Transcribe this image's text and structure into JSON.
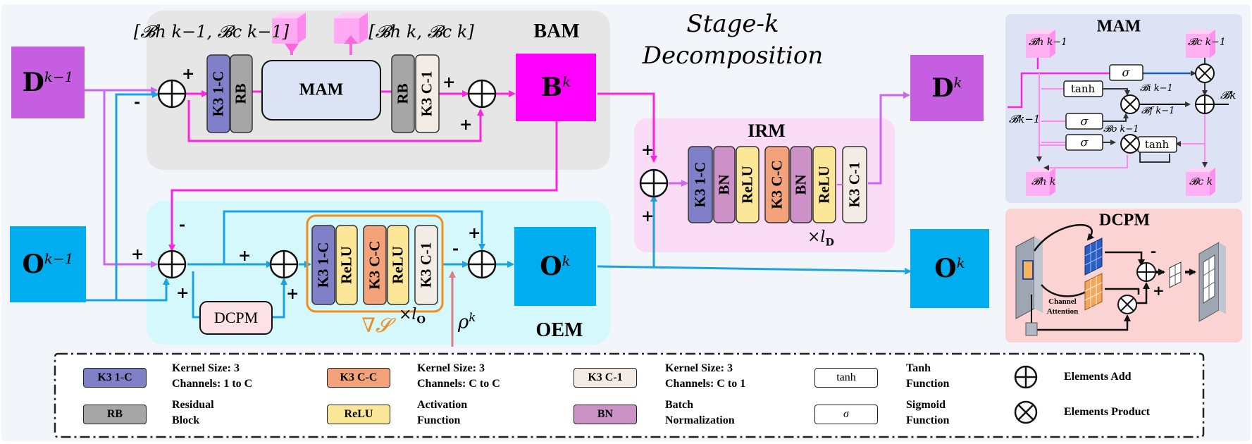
{
  "stage_title_line1": "Stage-k",
  "stage_title_line2": "Decomposition",
  "modules": {
    "bam": "BAM",
    "oem": "OEM",
    "irm": "IRM",
    "mam_block": "MAM",
    "mam_panel": "MAM",
    "dcpm_panel": "DCPM",
    "dcpm_block": "DCPM"
  },
  "nodes": {
    "d_prev": {
      "base": "D",
      "sup": "k−1"
    },
    "o_prev": {
      "base": "O",
      "sup": "k−1"
    },
    "b_k": {
      "base": "B",
      "sup": "k"
    },
    "o_k_mid": {
      "base": "O",
      "sup": "k"
    },
    "d_k": {
      "base": "D",
      "sup": "k"
    },
    "o_k_out": {
      "base": "O",
      "sup": "k"
    }
  },
  "states": {
    "prev": "[𝓑h k−1, 𝓑c k−1]",
    "curr": "[𝓑h k, 𝓑c k]"
  },
  "bam_layers": [
    "K3 1-C",
    "RB",
    "RB",
    "K3 C-1"
  ],
  "oem_layers": [
    "K3 1-C",
    "ReLU",
    "K3 C-C",
    "ReLU",
    "K3 C-1"
  ],
  "irm_layers": [
    "K3 1-C",
    "BN",
    "ReLU",
    "K3 C-C",
    "BN",
    "ReLU",
    "K3 C-1"
  ],
  "repeat_o": "×l",
  "repeat_o_sub": "O",
  "repeat_d": "×l",
  "repeat_d_sub": "D",
  "grad_label": "∇𝓢",
  "rho_label": "ρ",
  "rho_sup": "k",
  "signs": {
    "plus": "+",
    "minus": "-"
  },
  "mam_panel_labels": {
    "bh_prev": "𝓑h k−1",
    "bc_prev": "𝓑c k−1",
    "bh_k": "𝓑h k",
    "bc_k": "𝓑c k",
    "b_prev": "𝓑k−1",
    "b_k": "𝓑k",
    "bi": "𝓑i k−1",
    "bf": "𝓑f k−1",
    "bo": "𝓑o k−1",
    "sigma": "σ",
    "tanh": "tanh"
  },
  "dcpm_panel_labels": {
    "channel_attention_1": "Channel",
    "channel_attention_2": "Attention"
  },
  "legend": [
    {
      "box": "K3 1-C",
      "color": "#8080c8",
      "desc1": "Kernel Size: 3",
      "desc2": "Channels: 1 to C"
    },
    {
      "box": "RB",
      "color": "#a6a6a6",
      "desc1": "Residual",
      "desc2": "Block"
    },
    {
      "box": "K3 C-C",
      "color": "#f3a27a",
      "desc1": "Kernel Size: 3",
      "desc2": "Channels: C to C"
    },
    {
      "box": "ReLU",
      "color": "#fbe797",
      "desc1": "Activation",
      "desc2": "Function"
    },
    {
      "box": "K3 C-1",
      "color": "#f3ece4",
      "desc1": "Kernel Size: 3",
      "desc2": "Channels: C to 1"
    },
    {
      "box": "BN",
      "color": "#cc92c8",
      "desc1": "Batch",
      "desc2": "Normalization"
    },
    {
      "box": "tanh",
      "color": "#ffffff",
      "desc1": "Tanh",
      "desc2": "Function"
    },
    {
      "box": "σ",
      "color": "#ffffff",
      "desc1": "Sigmoid",
      "desc2": "Function"
    },
    {
      "desc1": "Elements Add"
    },
    {
      "desc1": "Elements Product"
    }
  ],
  "colors": {
    "magenta": "#ff00ff",
    "pink_line": "#ff33cc",
    "cyan": "#00aeef",
    "blue_line": "#1ba3e0",
    "purple_node": "#c060e0",
    "bam_bg": "#e6e6e6",
    "oem_bg": "#d4f8fc",
    "irm_bg": "#fbd9f6",
    "mam_bg": "#dde3f5",
    "dcpm_bg": "#fbd3d3"
  }
}
